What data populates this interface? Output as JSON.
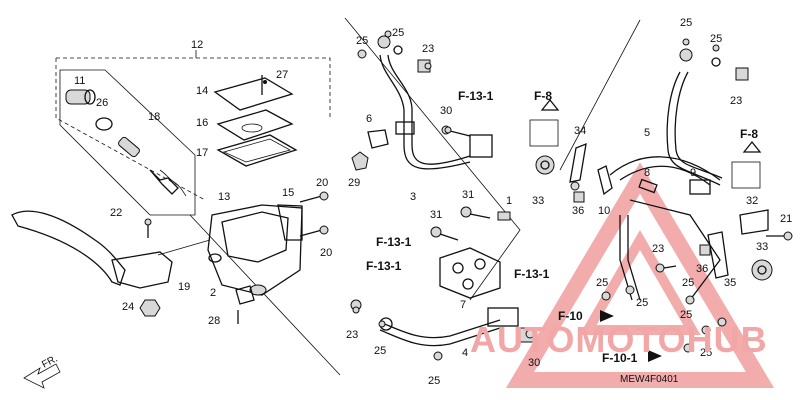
{
  "callouts": [
    {
      "id": "c-12",
      "label": "12"
    },
    {
      "id": "c-11",
      "label": "11"
    },
    {
      "id": "c-26",
      "label": "26"
    },
    {
      "id": "c-18",
      "label": "18"
    },
    {
      "id": "c-14",
      "label": "14"
    },
    {
      "id": "c-27",
      "label": "27"
    },
    {
      "id": "c-16",
      "label": "16"
    },
    {
      "id": "c-17",
      "label": "17"
    },
    {
      "id": "c-13",
      "label": "13"
    },
    {
      "id": "c-15",
      "label": "15"
    },
    {
      "id": "c-20a",
      "label": "20"
    },
    {
      "id": "c-20b",
      "label": "20"
    },
    {
      "id": "c-22",
      "label": "22"
    },
    {
      "id": "c-19",
      "label": "19"
    },
    {
      "id": "c-24",
      "label": "24"
    },
    {
      "id": "c-2",
      "label": "2"
    },
    {
      "id": "c-28",
      "label": "28"
    },
    {
      "id": "c-25a",
      "label": "25"
    },
    {
      "id": "c-25b",
      "label": "25"
    },
    {
      "id": "c-23a",
      "label": "23"
    },
    {
      "id": "c-6",
      "label": "6"
    },
    {
      "id": "c-29",
      "label": "29"
    },
    {
      "id": "c-3",
      "label": "3"
    },
    {
      "id": "c-30a",
      "label": "30"
    },
    {
      "id": "c-31a",
      "label": "31"
    },
    {
      "id": "c-31b",
      "label": "31"
    },
    {
      "id": "c-1",
      "label": "1"
    },
    {
      "id": "c-7",
      "label": "7"
    },
    {
      "id": "c-23b",
      "label": "23"
    },
    {
      "id": "c-25c",
      "label": "25"
    },
    {
      "id": "c-4",
      "label": "4"
    },
    {
      "id": "c-25d",
      "label": "25"
    },
    {
      "id": "c-30b",
      "label": "30"
    },
    {
      "id": "c-34",
      "label": "34"
    },
    {
      "id": "c-33a",
      "label": "33"
    },
    {
      "id": "c-36a",
      "label": "36"
    },
    {
      "id": "c-10",
      "label": "10"
    },
    {
      "id": "c-5",
      "label": "5"
    },
    {
      "id": "c-8",
      "label": "8"
    },
    {
      "id": "c-9",
      "label": "9"
    },
    {
      "id": "c-25e",
      "label": "25"
    },
    {
      "id": "c-25f",
      "label": "25"
    },
    {
      "id": "c-23c",
      "label": "23"
    },
    {
      "id": "c-32",
      "label": "32"
    },
    {
      "id": "c-21",
      "label": "21"
    },
    {
      "id": "c-33b",
      "label": "33"
    },
    {
      "id": "c-35",
      "label": "35"
    },
    {
      "id": "c-36b",
      "label": "36"
    },
    {
      "id": "c-23d",
      "label": "23"
    },
    {
      "id": "c-25g",
      "label": "25"
    },
    {
      "id": "c-25h",
      "label": "25"
    },
    {
      "id": "c-25i",
      "label": "25"
    },
    {
      "id": "c-25j",
      "label": "25"
    },
    {
      "id": "c-25k",
      "label": "25"
    }
  ],
  "references": [
    {
      "id": "r-f8a",
      "label": "F-8"
    },
    {
      "id": "r-f131a",
      "label": "F-13-1"
    },
    {
      "id": "r-f131b",
      "label": "F-13-1"
    },
    {
      "id": "r-f131c",
      "label": "F-13-1"
    },
    {
      "id": "r-f131d",
      "label": "F-13-1"
    },
    {
      "id": "r-f8b",
      "label": "F-8"
    },
    {
      "id": "r-f10",
      "label": "F-10"
    },
    {
      "id": "r-f101",
      "label": "F-10-1"
    }
  ],
  "front_label": "FR.",
  "diagram_code": "MEW4F0401",
  "watermark": {
    "text": "AUTOMOTOHUB",
    "color": "#e86a6a"
  }
}
